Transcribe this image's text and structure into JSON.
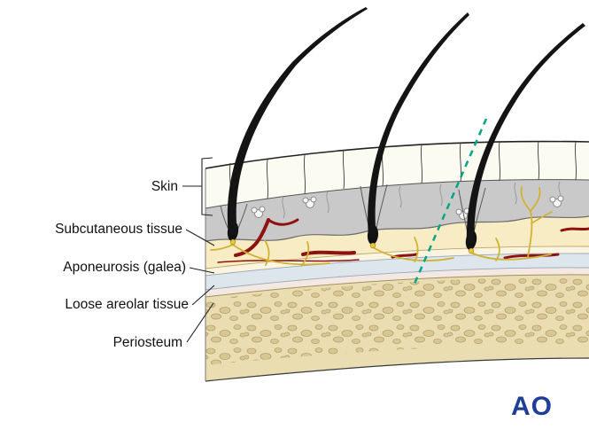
{
  "figure": {
    "type": "anatomical-diagram",
    "subject": "Scalp layers cross-section with hairs and dashed incision line"
  },
  "labels": {
    "skin": "Skin",
    "subcutaneous": "Subcutaneous tissue",
    "aponeurosis": "Aponeurosis (galea)",
    "loose_areolar": "Loose areolar tissue",
    "periosteum": "Periosteum"
  },
  "logo": {
    "text": "AO"
  },
  "colors": {
    "epidermis": "#fcfbf2",
    "dermis_gray": "#c9c9c9",
    "subcutaneous_fat": "#f8ecc4",
    "aponeurosis_band": "#faf4e0",
    "areolar_blue": "#dde5ed",
    "periosteum_band": "#f3e9e2",
    "bone": "#eaddb2",
    "bone_speckle": "#d9c793",
    "vessel_red": "#8e1212",
    "nerve_yellow": "#d2b232",
    "incision_green": "#00a583",
    "hair_black": "#141414",
    "logo_blue": "#1e3e99"
  }
}
